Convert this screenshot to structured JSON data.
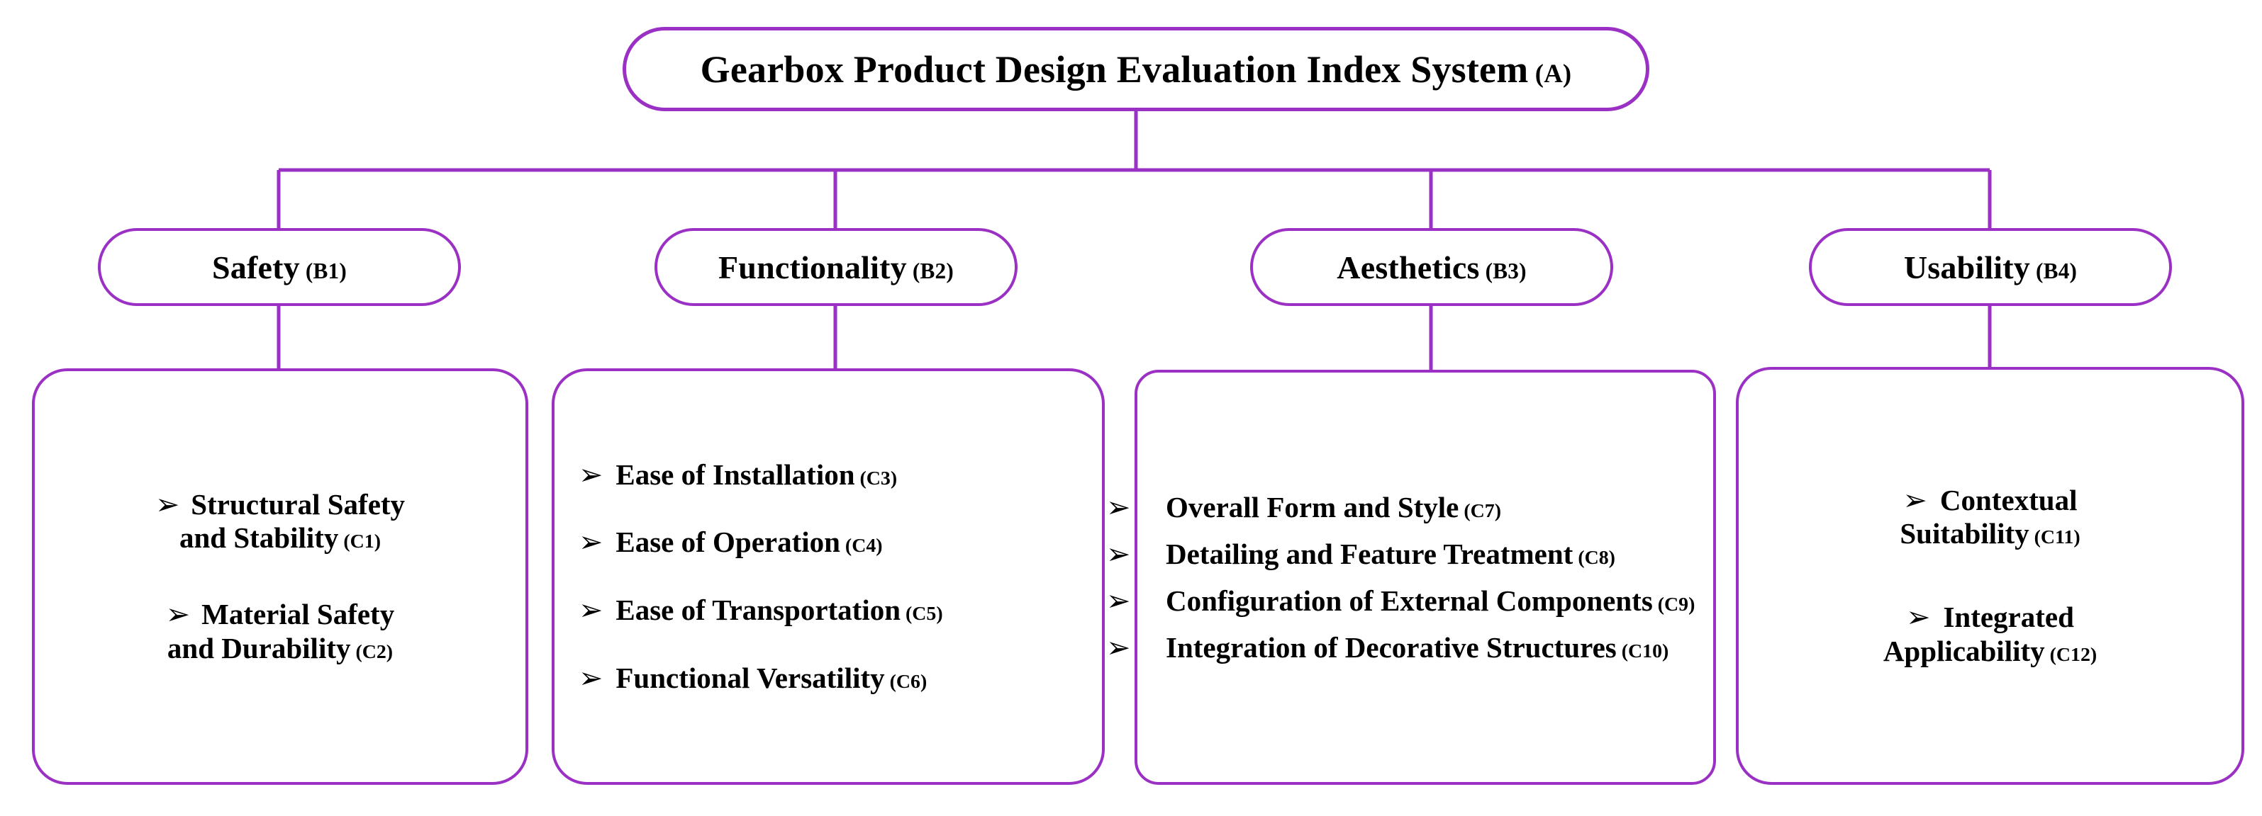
{
  "diagram": {
    "title": "Gearbox Product Design Evaluation Index System",
    "accent_color": "#9b30c4",
    "text_color": "#000000",
    "background_color": "#ffffff",
    "bullet_glyph": "➢"
  },
  "root": {
    "label": "Gearbox Product Design Evaluation Index System",
    "code": "(A)"
  },
  "criteria": [
    {
      "label": "Safety",
      "code": "(B1)"
    },
    {
      "label": "Functionality",
      "code": "(B2)"
    },
    {
      "label": "Aesthetics",
      "code": "(B3)"
    },
    {
      "label": "Usability",
      "code": "(B4)"
    }
  ],
  "sub_criteria": {
    "safety": [
      {
        "line1": "Structural Safety",
        "line2": "and Stability",
        "code": "(C1)"
      },
      {
        "line1": "Material Safety",
        "line2": "and Durability",
        "code": "(C2)"
      }
    ],
    "functionality": [
      {
        "line1": "Ease of Installation",
        "line2": "",
        "code": "(C3)"
      },
      {
        "line1": "Ease of Operation",
        "line2": "",
        "code": "(C4)"
      },
      {
        "line1": "Ease of Transportation",
        "line2": "",
        "code": "(C5)"
      },
      {
        "line1": "Functional Versatility",
        "line2": "",
        "code": "(C6)"
      }
    ],
    "aesthetics": [
      {
        "line1": "Overall Form and Style",
        "line2": "",
        "code": "(C7)"
      },
      {
        "line1": "Detailing and Feature",
        "line2": "Treatment",
        "code": "(C8)"
      },
      {
        "line1": "Configuration of External",
        "line2": "Components",
        "code": "(C9)"
      },
      {
        "line1": "Integration of Decorative",
        "line2": "Structures",
        "code": "(C10)"
      }
    ],
    "usability": [
      {
        "line1": "Contextual",
        "line2": "Suitability",
        "code": "(C11)"
      },
      {
        "line1": "Integrated",
        "line2": "Applicability",
        "code": "(C12)"
      }
    ]
  }
}
